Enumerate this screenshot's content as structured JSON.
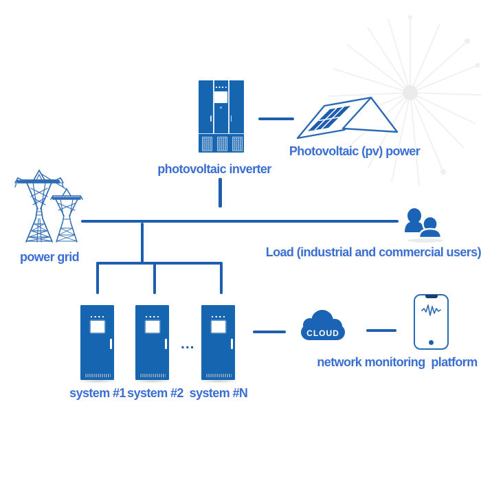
{
  "diagram": {
    "title_hint": "photovoltaic power system architecture diagram",
    "colors": {
      "line": "#1f5dad",
      "icon_fill": "#1565b0",
      "icon_fill_alt": "#1b63b5",
      "outline": "#2a6ab5",
      "tower": "#2e6cb5",
      "label_text": "#3a6ed2",
      "cloud_text": "#ffffff",
      "decoration": "#f1f1f1"
    },
    "labels": {
      "inverter": "photovoltaic inverter",
      "pv_power": "Photovoltaic (pv) power",
      "power_grid": "power grid",
      "load": "Load (industrial and commercial users)",
      "system_1": "system #1",
      "system_2": "system #2",
      "system_n": "system #N",
      "ellipsis": "...",
      "cloud": "CLOUD",
      "platform": "network monitoring  platform"
    },
    "icons": {
      "inverter_icon": "three-door electrical inverter cabinet",
      "pv_icon": "solar panel on roof",
      "grid_icon": "two lattice transmission towers",
      "load_icon": "two users silhouettes",
      "system_icon": "storage battery cabinet",
      "cloud_icon": "cloud",
      "platform_icon": "smartphone with waveform"
    }
  }
}
